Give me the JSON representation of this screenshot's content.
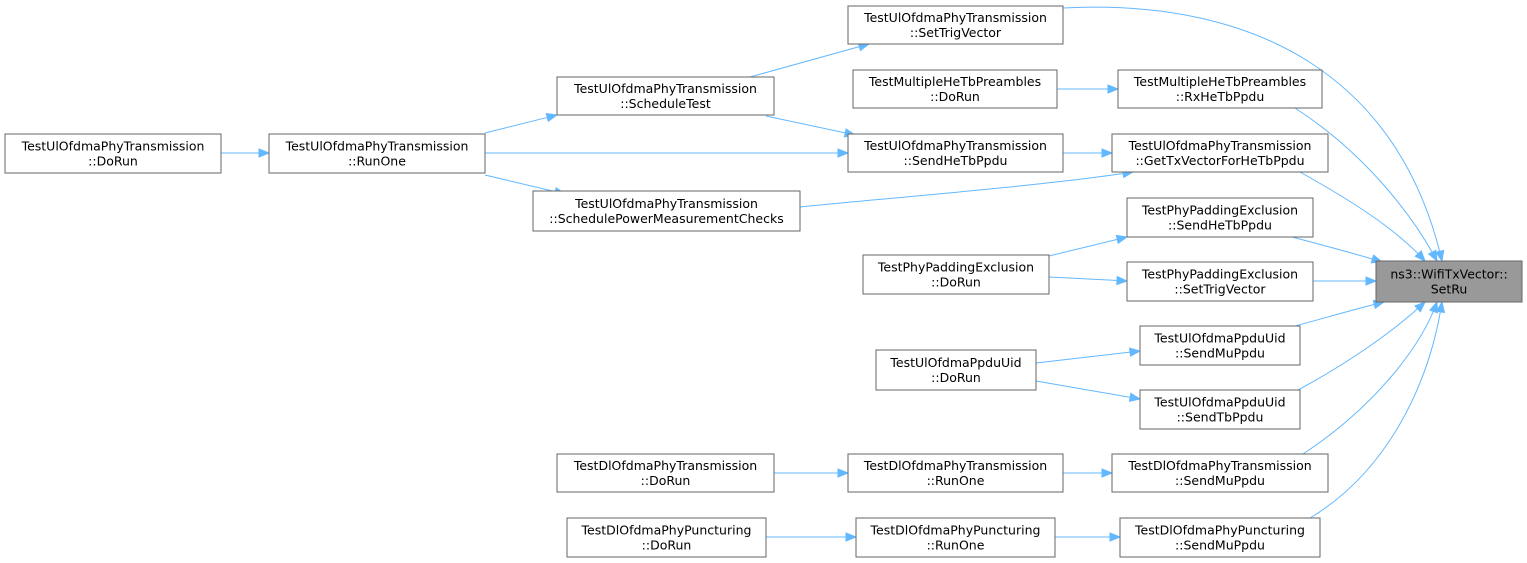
{
  "diagram": {
    "colors": {
      "edge": "#63b8ff",
      "node_border": "#666666",
      "focus_fill": "#999999",
      "node_fill": "#ffffff"
    },
    "nodes": [
      {
        "id": "wifitx",
        "lines": [
          "ns3::WifiTxVector::",
          "SetRu"
        ],
        "focus": true
      },
      {
        "id": "ul_settrig",
        "lines": [
          "TestUlOfdmaPhyTransmission",
          "::SetTrigVector"
        ]
      },
      {
        "id": "mhe_dorun",
        "lines": [
          "TestMultipleHeTbPreambles",
          "::DoRun"
        ]
      },
      {
        "id": "mhe_rx",
        "lines": [
          "TestMultipleHeTbPreambles",
          "::RxHeTbPpdu"
        ]
      },
      {
        "id": "ul_sched",
        "lines": [
          "TestUlOfdmaPhyTransmission",
          "::ScheduleTest"
        ]
      },
      {
        "id": "ul_dorun",
        "lines": [
          "TestUlOfdmaPhyTransmission",
          "::DoRun"
        ]
      },
      {
        "id": "ul_runone",
        "lines": [
          "TestUlOfdmaPhyTransmission",
          "::RunOne"
        ]
      },
      {
        "id": "ul_send",
        "lines": [
          "TestUlOfdmaPhyTransmission",
          "::SendHeTbPpdu"
        ]
      },
      {
        "id": "ul_gettx",
        "lines": [
          "TestUlOfdmaPhyTransmission",
          "::GetTxVectorForHeTbPpdu"
        ]
      },
      {
        "id": "ul_power",
        "lines": [
          "TestUlOfdmaPhyTransmission",
          "::SchedulePowerMeasurementChecks"
        ]
      },
      {
        "id": "pad_send",
        "lines": [
          "TestPhyPaddingExclusion",
          "::SendHeTbPpdu"
        ]
      },
      {
        "id": "pad_dorun",
        "lines": [
          "TestPhyPaddingExclusion",
          "::DoRun"
        ]
      },
      {
        "id": "pad_settrig",
        "lines": [
          "TestPhyPaddingExclusion",
          "::SetTrigVector"
        ]
      },
      {
        "id": "uid_mu",
        "lines": [
          "TestUlOfdmaPpduUid",
          "::SendMuPpdu"
        ]
      },
      {
        "id": "uid_dorun",
        "lines": [
          "TestUlOfdmaPpduUid",
          "::DoRun"
        ]
      },
      {
        "id": "uid_tb",
        "lines": [
          "TestUlOfdmaPpduUid",
          "::SendTbPpdu"
        ]
      },
      {
        "id": "dl_dorun",
        "lines": [
          "TestDlOfdmaPhyTransmission",
          "::DoRun"
        ]
      },
      {
        "id": "dl_runone",
        "lines": [
          "TestDlOfdmaPhyTransmission",
          "::RunOne"
        ]
      },
      {
        "id": "dl_send",
        "lines": [
          "TestDlOfdmaPhyTransmission",
          "::SendMuPpdu"
        ]
      },
      {
        "id": "pun_dorun",
        "lines": [
          "TestDlOfdmaPhyPuncturing",
          "::DoRun"
        ]
      },
      {
        "id": "pun_runone",
        "lines": [
          "TestDlOfdmaPhyPuncturing",
          "::RunOne"
        ]
      },
      {
        "id": "pun_send",
        "lines": [
          "TestDlOfdmaPhyPuncturing",
          "::SendMuPpdu"
        ]
      }
    ],
    "edges": [
      {
        "from": "ul_dorun",
        "to": "ul_runone"
      },
      {
        "from": "ul_runone",
        "to": "ul_sched"
      },
      {
        "from": "ul_runone",
        "to": "ul_send"
      },
      {
        "from": "ul_runone",
        "to": "ul_power"
      },
      {
        "from": "ul_sched",
        "to": "ul_settrig"
      },
      {
        "from": "ul_sched",
        "to": "ul_send"
      },
      {
        "from": "ul_power",
        "to": "ul_gettx"
      },
      {
        "from": "ul_send",
        "to": "ul_gettx"
      },
      {
        "from": "mhe_dorun",
        "to": "mhe_rx"
      },
      {
        "from": "pad_dorun",
        "to": "pad_send"
      },
      {
        "from": "pad_dorun",
        "to": "pad_settrig"
      },
      {
        "from": "uid_dorun",
        "to": "uid_mu"
      },
      {
        "from": "uid_dorun",
        "to": "uid_tb"
      },
      {
        "from": "dl_dorun",
        "to": "dl_runone"
      },
      {
        "from": "dl_runone",
        "to": "dl_send"
      },
      {
        "from": "pun_dorun",
        "to": "pun_runone"
      },
      {
        "from": "pun_runone",
        "to": "pun_send"
      },
      {
        "from": "ul_settrig",
        "to": "wifitx"
      },
      {
        "from": "mhe_rx",
        "to": "wifitx"
      },
      {
        "from": "ul_gettx",
        "to": "wifitx"
      },
      {
        "from": "pad_send",
        "to": "wifitx"
      },
      {
        "from": "pad_settrig",
        "to": "wifitx"
      },
      {
        "from": "uid_mu",
        "to": "wifitx"
      },
      {
        "from": "uid_tb",
        "to": "wifitx"
      },
      {
        "from": "dl_send",
        "to": "wifitx"
      },
      {
        "from": "pun_send",
        "to": "wifitx"
      }
    ]
  }
}
